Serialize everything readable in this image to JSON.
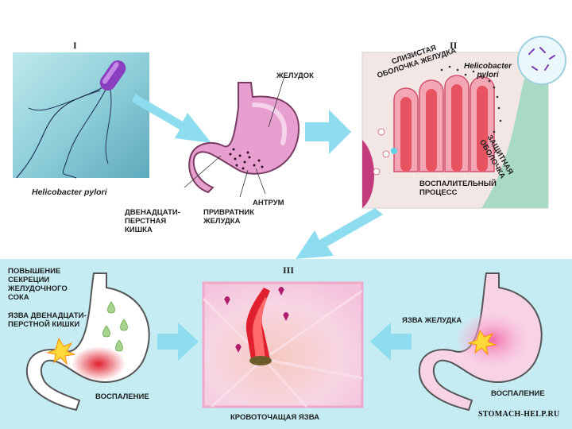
{
  "stages": {
    "one": "I",
    "two": "II",
    "three": "III"
  },
  "panel1": {
    "bacterium_caption": "Helicobacter pylori"
  },
  "stomach_labels": {
    "stomach": "ЖЕЛУДОК",
    "duodenum": "ДВЕНАДЦАТИ-\nПЕРСТНАЯ\nКИШКА",
    "pylorus": "ПРИВРАТНИК\nЖЕЛУДКА",
    "antrum": "АНТРУМ"
  },
  "mucosa_labels": {
    "bacterium": "Helicobacter\npylori",
    "mucosa": "СЛИЗИСТАЯ\nОБОЛОЧКА ЖЕЛУДКА",
    "protective_layer": "ЗАЩИТНАЯ\nОБОЛОЧКА",
    "inflammation": "ВОСПАЛИТЕЛЬНЫЙ\nПРОЦЕСС"
  },
  "bottom_labels": {
    "secretion": "ПОВЫШЕНИЕ\nСЕКРЕЦИИ\nЖЕЛУДОЧНОГО\nСОКА",
    "duodenal_ulcer": "ЯЗВА ДВЕНАДЦАТИ-\nПЕРСТНОЙ КИШКИ",
    "inflammation_left": "ВОСПАЛЕНИЕ",
    "bleeding_ulcer": "КРОВОТОЧАЩАЯ ЯЗВА",
    "gastric_ulcer": "ЯЗВА ЖЕЛУДКА",
    "inflammation_right": "ВОСПАЛЕНИЕ"
  },
  "watermark": "STOMACH-HELP.RU",
  "colors": {
    "arrow": "#8edcf0",
    "bottom_panel": "#c6ecf3",
    "stomach_pink": "#e79fd0",
    "blood_red": "#e0202e",
    "bacterium": "#8a3fc0"
  }
}
